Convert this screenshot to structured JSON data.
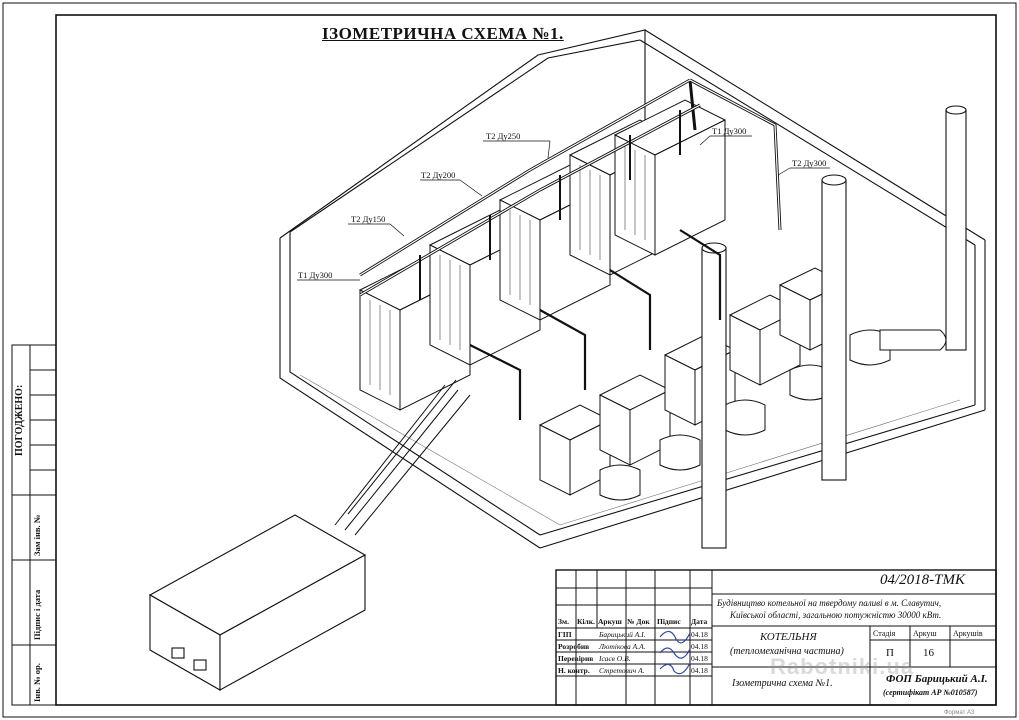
{
  "drawing": {
    "title": "ІЗОМЕТРИЧНА СХЕМА №1."
  },
  "pipe_labels": [
    {
      "id": "t2-du250",
      "text": "Т2 Ду250"
    },
    {
      "id": "t2-du200",
      "text": "Т2 Ду200"
    },
    {
      "id": "t2-du150",
      "text": "Т2 Ду150"
    },
    {
      "id": "t1-du300-left",
      "text": "Т1 Ду300"
    },
    {
      "id": "t1-du300-right",
      "text": "Т1 Ду300"
    },
    {
      "id": "t2-du300",
      "text": "Т2 Ду300"
    }
  ],
  "side_stamp": {
    "agreed": "ПОГОДЖЕНО:",
    "replaced_inv": "Зам інв. №",
    "signature_date": "Підпис і дата",
    "inv_orig": "Інв. № ор."
  },
  "title_block": {
    "code": "04/2018-ТМК",
    "project_description": [
      "Будівництво котельної на твердому паливі в м. Славутич,",
      "Київської області, загальною потужністю 30000 кВт."
    ],
    "header": {
      "zm": "Зм.",
      "kilk": "Кілк.",
      "arkush": "Аркуш",
      "ndok": "№ Док",
      "pidpys": "Підпис",
      "data": "Дата"
    },
    "people": [
      {
        "role": "ГІП",
        "name": "Барицький А.І.",
        "date": "04.18"
      },
      {
        "role": "Розробив",
        "name": "Лютікова А.А.",
        "date": "04.18"
      },
      {
        "role": "Перевірив",
        "name": "Ісаєв О.В.",
        "date": "04.18"
      },
      {
        "role": "Н. контр.",
        "name": "Стретович А.",
        "date": "04.18"
      }
    ],
    "object_name": "КОТЕЛЬНЯ",
    "object_sub": "(тепломеханічна частина)",
    "stage_label": "Стадія",
    "sheet_label": "Аркуш",
    "sheets_label": "Аркушів",
    "stage": "П",
    "sheet": "16",
    "sheets": "",
    "sheet_name": "Ізометрична схема №1.",
    "company": "ФОП Барицький А.І.",
    "certificate": "(сертифікат АР №010587)"
  },
  "watermark": "Rabotniki.ua",
  "format_note": "Формат А3"
}
